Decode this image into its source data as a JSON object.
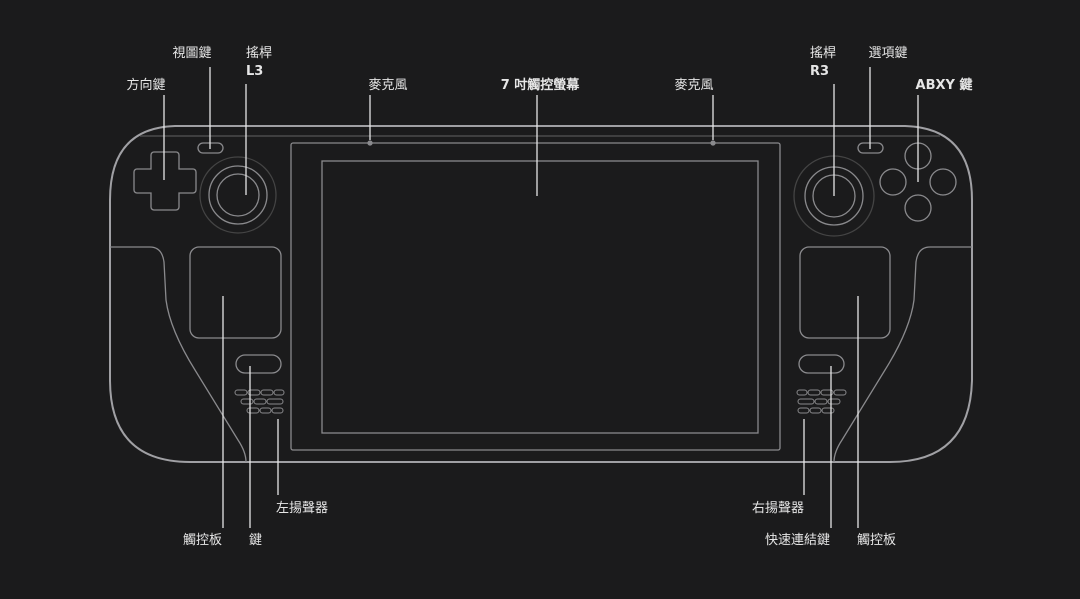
{
  "labels": {
    "dpad": "方向鍵",
    "view_button": "視圖鍵",
    "left_stick": "搖桿",
    "left_stick_code": "L3",
    "left_mic": "麥克風",
    "screen": "7 吋觸控螢幕",
    "right_mic": "麥克風",
    "right_stick": "搖桿",
    "right_stick_code": "R3",
    "options_button": "選項鍵",
    "abxy": "ABXY 鍵",
    "left_speaker": "左揚聲器",
    "left_trackpad": "觸控板",
    "steam_button": "鍵",
    "right_speaker": "右揚聲器",
    "quick_access_button": "快速連結鍵",
    "right_trackpad": "觸控板"
  },
  "colors": {
    "background": "#1b1b1c",
    "outline": "#8a8a8d",
    "leader": "#e6e6e6"
  }
}
